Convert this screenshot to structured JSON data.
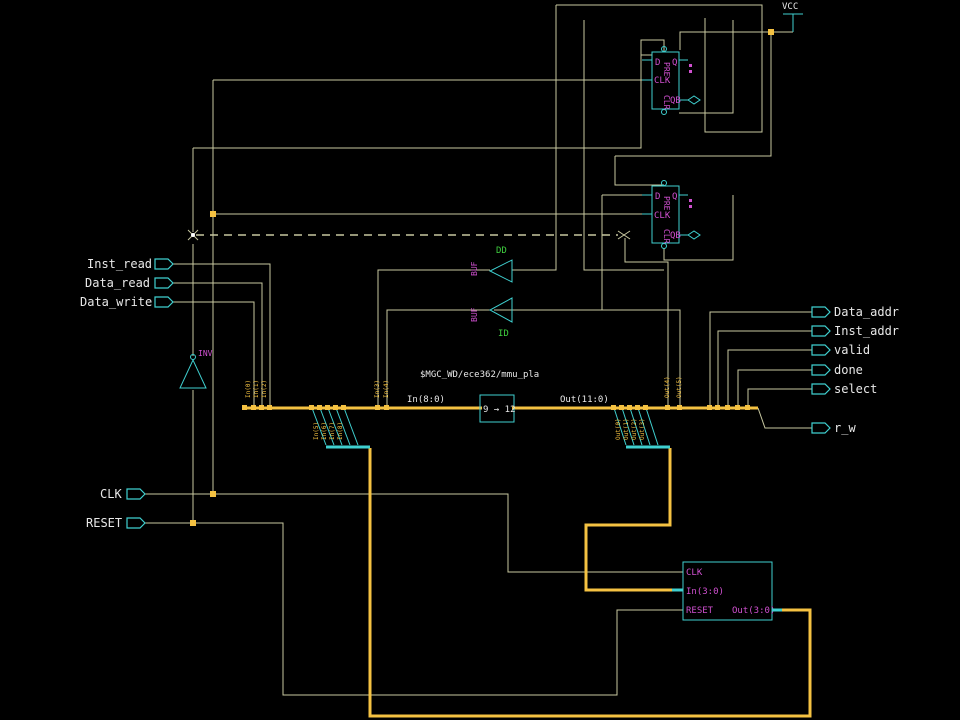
{
  "inputs": {
    "inst_read": "Inst_read",
    "data_read": "Data_read",
    "data_write": "Data_write",
    "clk": "CLK",
    "reset": "RESET"
  },
  "outputs": {
    "data_addr": "Data_addr",
    "inst_addr": "Inst_addr",
    "valid": "valid",
    "done": "done",
    "select": "select",
    "r_w": "r_w"
  },
  "power": {
    "vcc": "VCC"
  },
  "pla": {
    "path": "$MGC_WD/ece362/mmu_pla",
    "box_label": "9 → 12",
    "in_bus": "In(8:0)",
    "out_bus": "Out(11:0)"
  },
  "flipflops": {
    "d": "D",
    "clk": "CLK",
    "q": "Q",
    "qb": "QB"
  },
  "buffers": {
    "dd": "DD",
    "id": "ID"
  },
  "state_register": {
    "clk": "CLK",
    "in": "In(3:0)",
    "reset": "RESET",
    "out": "Out(3:0)"
  }
}
